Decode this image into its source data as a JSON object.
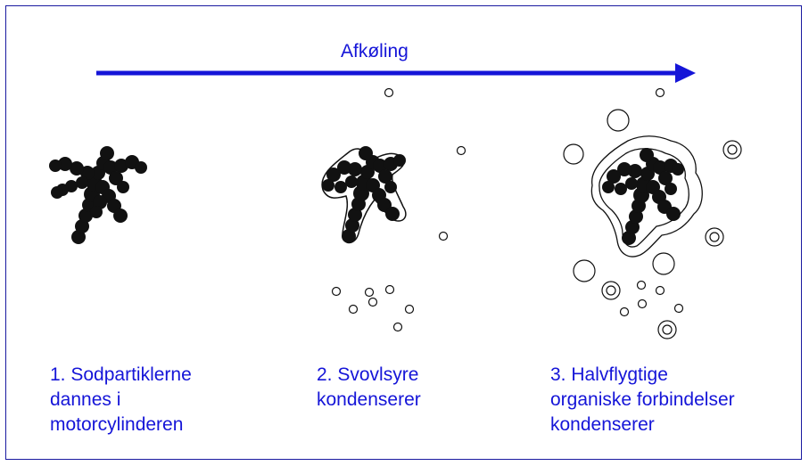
{
  "arrow": {
    "label": "Afkøling",
    "color": "#1515d8"
  },
  "stages": [
    {
      "lines": [
        "1. Sodpartiklerne",
        "dannes i",
        "motorcylinderen"
      ]
    },
    {
      "lines": [
        "2. Svovlsyre",
        "kondenserer"
      ]
    },
    {
      "lines": [
        "3. Halvflygtige",
        "organiske forbindelser",
        "kondenserer"
      ]
    }
  ],
  "colors": {
    "border": "#1a1aa0",
    "text": "#1515d8",
    "particle": "#111111"
  }
}
